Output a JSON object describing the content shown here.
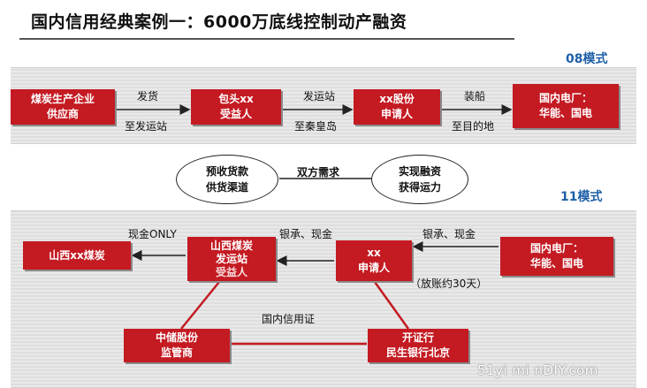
{
  "title": "国内信用经典案例一：6000万底线控制动产融资",
  "mode_08": "08模式",
  "mode_11": "11模式",
  "top_flow": {
    "boxes": [
      {
        "line1": "煤炭生产企业",
        "line2": "供应商"
      },
      {
        "line1": "包头xx",
        "line2": "受益人"
      },
      {
        "line1": "xx股份",
        "line2": "申请人"
      },
      {
        "line1": "国内电厂：",
        "line2": "华能、国电"
      }
    ],
    "arrows": [
      {
        "above": "发货",
        "below": "至发运站"
      },
      {
        "above": "发运站",
        "below": "至秦皇岛"
      },
      {
        "above": "装船",
        "below": "至目的地"
      }
    ]
  },
  "middle": {
    "left_oval": {
      "line1": "预收货款",
      "line2": "供货渠道"
    },
    "connector": "双方需求",
    "right_oval": {
      "line1": "实现融资",
      "line2": "获得运力"
    }
  },
  "bottom_flow": {
    "box_shanxi_coal": "山西xx煤炭",
    "box_station": {
      "line1": "山西煤炭",
      "line2": "发运站",
      "line3": "受益人"
    },
    "box_applicant": {
      "line1": "xx",
      "line2": "申请人"
    },
    "box_power": {
      "line1": "国内电厂：",
      "line2": "华能、国电"
    },
    "box_guarantor": {
      "line1": "中储股份",
      "line2": "监管商"
    },
    "box_bank": {
      "line1": "开证行",
      "line2": "民生银行北京"
    },
    "label_cash_only": "现金ONLY",
    "label_accept_cash_1": "银承、现金",
    "label_accept_cash_2": "银承、现金",
    "label_credit_period": "（放账约30天）",
    "label_domestic_lc": "国内信用证"
  },
  "watermark": "51yi mi nDIY.com"
}
